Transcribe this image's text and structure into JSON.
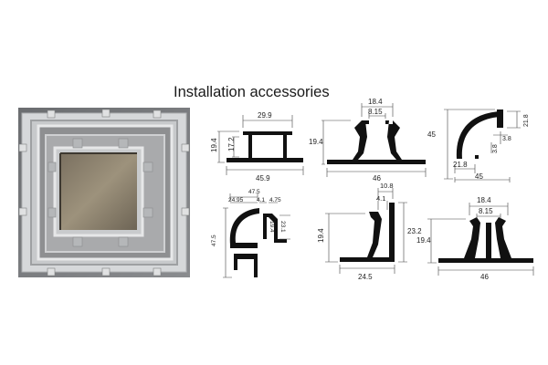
{
  "title": "Installation accessories",
  "profiles": [
    {
      "dims": [
        "29.9",
        "19.4",
        "17.2",
        "45.9"
      ]
    },
    {
      "dims": [
        "18.4",
        "8.15",
        "19.4",
        "46"
      ]
    },
    {
      "dims": [
        "45",
        "21.8",
        "3.8",
        "3.8",
        "21.8",
        "45"
      ]
    },
    {
      "dims": [
        "47.5",
        "24.95",
        "4.1",
        "4.75",
        "23.1",
        "19.4",
        "47.5"
      ]
    },
    {
      "dims": [
        "10.8",
        "4.1",
        "19.4",
        "23.2",
        "24.5"
      ]
    },
    {
      "dims": [
        "18.4",
        "8.15",
        "19.4",
        "46"
      ]
    }
  ]
}
